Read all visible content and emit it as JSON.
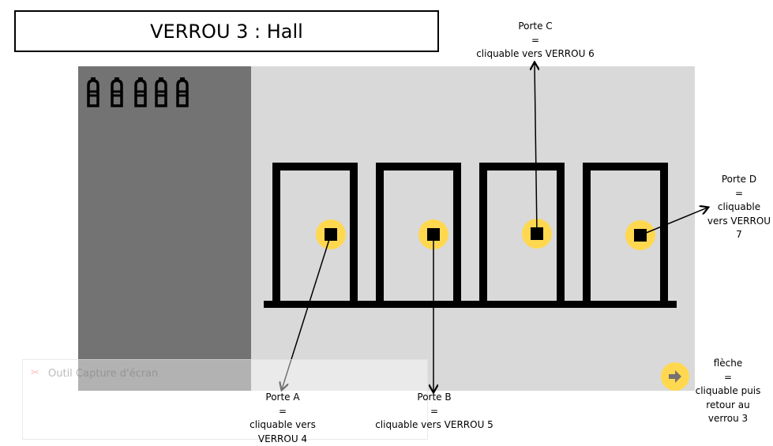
{
  "title": "VERROU 3 : Hall",
  "notes": {
    "porte_a": [
      "Porte A",
      "=",
      "cliquable vers VERROU 4"
    ],
    "porte_b": [
      "Porte B",
      "=",
      "cliquable vers VERROU 5"
    ],
    "porte_c": [
      "Porte C",
      "=",
      "cliquable vers VERROU 6"
    ],
    "porte_d": [
      "Porte D",
      "=",
      "cliquable",
      "vers VERROU",
      "7"
    ],
    "fleche": [
      "flèche",
      "=",
      "cliquable puis",
      "retour au",
      "verrou 3"
    ]
  },
  "overlay": {
    "label": "Outil Capture d'écran"
  },
  "colors": {
    "dark_panel": "#737373",
    "light_panel": "#d9d9d9",
    "hotspot": "#ffd84f",
    "arrow_icon": "#767171"
  },
  "bottle_count": 5
}
